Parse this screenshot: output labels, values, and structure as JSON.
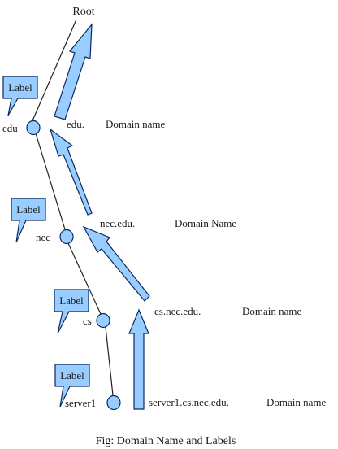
{
  "diagram": {
    "root_label": "Root",
    "callout_text": "Label",
    "nodes": [
      {
        "id": "edu",
        "name": "edu"
      },
      {
        "id": "nec",
        "name": "nec"
      },
      {
        "id": "cs",
        "name": "cs"
      },
      {
        "id": "server1",
        "name": "server1"
      }
    ],
    "domains": [
      {
        "id": "edu",
        "domain": "edu.",
        "kind": "Domain name"
      },
      {
        "id": "nec",
        "domain": "nec.edu.",
        "kind": "Domain Name"
      },
      {
        "id": "cs",
        "domain": "cs.nec.edu.",
        "kind": "Domain name"
      },
      {
        "id": "server1",
        "domain": "server1.cs.nec.edu.",
        "kind": "Domain name"
      }
    ],
    "caption": "Fig: Domain Name and Labels",
    "colors": {
      "fill": "#99ccff",
      "stroke": "#0a2a5e",
      "line": "#222222",
      "text": "#1a1a1a"
    }
  }
}
